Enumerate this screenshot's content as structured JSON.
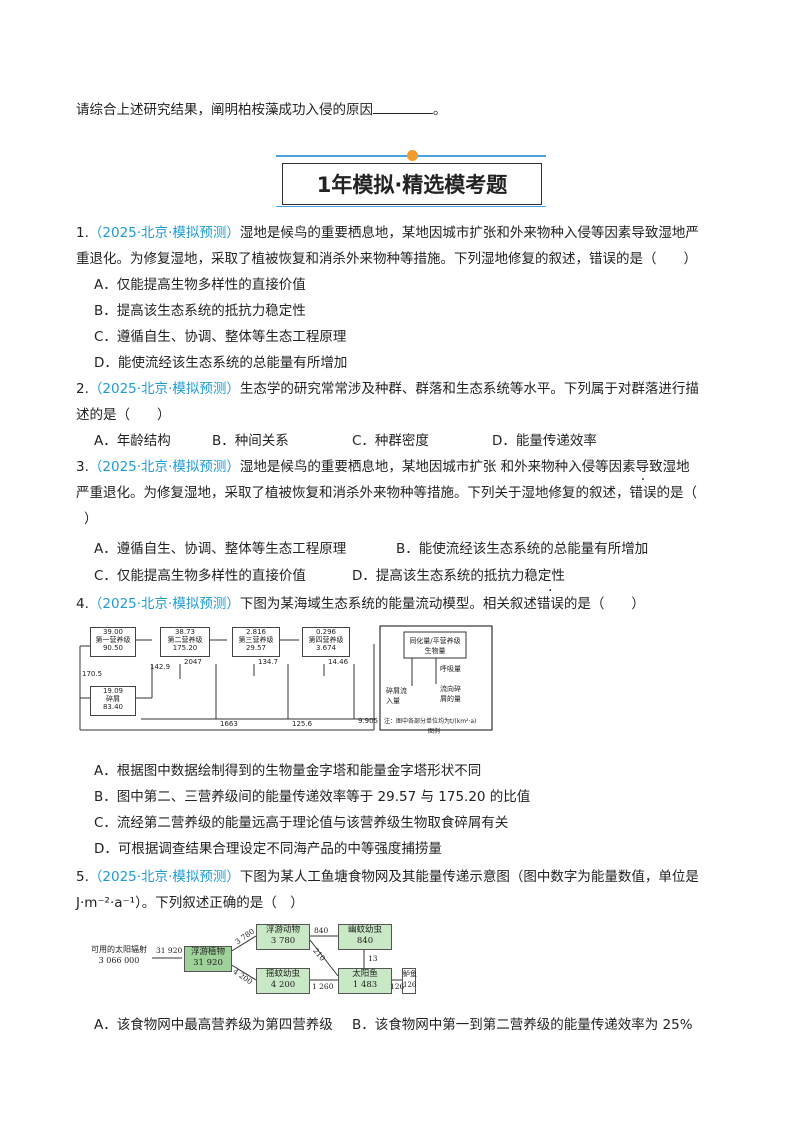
{
  "intro": {
    "text": "请综合上述研究结果，阐明柏桉藻成功入侵的原因",
    "end": "。"
  },
  "banner": {
    "title": "1年模拟·精选模考题"
  },
  "questions": [
    {
      "num": "1.",
      "source": "（2025·北京·模拟预测）",
      "line1": "湿地是候鸟的重要栖息地，某地因城市扩张和外来物种入侵等因素导致湿地严",
      "line2": "重退化。为修复湿地，采取了植被恢复和消杀外来物种等措施。下列湿地修复的叙述，错误的是（　　）",
      "options": [
        "A．仅能提高生物多样性的直接价值",
        "B．提高该生态系统的抵抗力稳定性",
        "C．遵循自生、协调、整体等生态工程原理",
        "D．能使流经该生态系统的总能量有所增加"
      ]
    },
    {
      "num": "2.",
      "source": "（2025·北京·模拟预测）",
      "line1": "生态学的研究常常涉及种群、群落和生态系统等水平。下列属于对群落进行描",
      "line2": "述的是（　　）",
      "options": [
        "A．年龄结构",
        "B．种间关系",
        "C．种群密度",
        "D．能量传递效率"
      ]
    },
    {
      "num": "3.",
      "source": "（2025·北京·模拟预测）",
      "line1": "湿地是候鸟的重要栖息地，某地因城市扩张  和外来物种入侵等因素导致湿地",
      "line2a": "严重退化。为修复湿地，采取了植被恢复和消杀外来物种等措施。下列关于湿地修复的叙述，",
      "line2em": "错误",
      "line2b": "的是（",
      "line3": "）",
      "options": [
        "A．遵循自生、协调、整体等生态工程原理",
        "B．能使流经该生态系统的总能量有所增加",
        "C．仅能提高生物多样性的直接价值",
        "D．提高该生态系统的抵抗力稳定性"
      ]
    },
    {
      "num": "4.",
      "source": "（2025·北京·模拟预测）",
      "line1a": "下图为某海域生态系统的能量流动模型。相关叙述",
      "line1em": "错误",
      "line1b": "的是（　　）",
      "options": [
        "A．根据图中数据绘制得到的生物量金字塔和能量金字塔形状不同",
        "B．图中第二、三营养级间的能量传递效率等于 29.57 与 175.20 的比值",
        "C．流经第二营养级的能量远高于理论值与该营养级生物取食碎屑有关",
        "D．可根据调查结果合理设定不同海产品的中等强度捕捞量"
      ]
    },
    {
      "num": "5.",
      "source": "（2025·北京·模拟预测）",
      "line1": "下图为某人工鱼塘食物网及其能量传递示意图（图中数字为能量数值，单位是",
      "line2": "J·m⁻²·a⁻¹）。下列叙述正确的是（　）",
      "options": [
        "A．该食物网中最高营养级为第四营养级",
        "B．该食物网中第一到第二营养级的能量传递效率为 25%"
      ]
    }
  ],
  "fig4": {
    "boxes": [
      {
        "t": "39.00",
        "n": "第一营养级",
        "b": "90.50"
      },
      {
        "t": "38.73",
        "n": "第二营养级",
        "b": "175.20"
      },
      {
        "t": "2.816",
        "n": "第三营养级",
        "b": "29.57"
      },
      {
        "t": "0.296",
        "n": "第四营养级",
        "b": "3.674"
      }
    ],
    "detritus": {
      "t": "19.09",
      "n": "碎屑",
      "b": "83.40"
    },
    "labels": {
      "l1": "170.5",
      "l2": "142.9",
      "l3": "2047",
      "l4": "134.7",
      "l5": "14.46",
      "l6": "1663",
      "l7": "125.6",
      "l8": "9.905"
    },
    "legend": {
      "box": "同化量/平营养级生物量",
      "resp": "呼吸量",
      "in": "碎屑流入量",
      "out": "流向碎屑的量",
      "note": "注：图中各部分单位均为t/(km²·a)",
      "cap": "图例"
    }
  },
  "fig5": {
    "sun": "可用的太阳辐射\n3 066 000",
    "sun_arrow": "31 920",
    "producer": "浮游植物\n31 920",
    "zoo": "浮游动物\n3 780",
    "larva": "幽蚊幼虫\n840",
    "yaolan": "摇蚊幼虫\n4 200",
    "sunfish": "太阳鱼\n1 483",
    "perch": "鲈鱼\n126",
    "a1": "3 780",
    "a2": "4 200",
    "a3": "840",
    "a4": "210",
    "a5": "13",
    "a6": "1 260",
    "a7": "126"
  }
}
